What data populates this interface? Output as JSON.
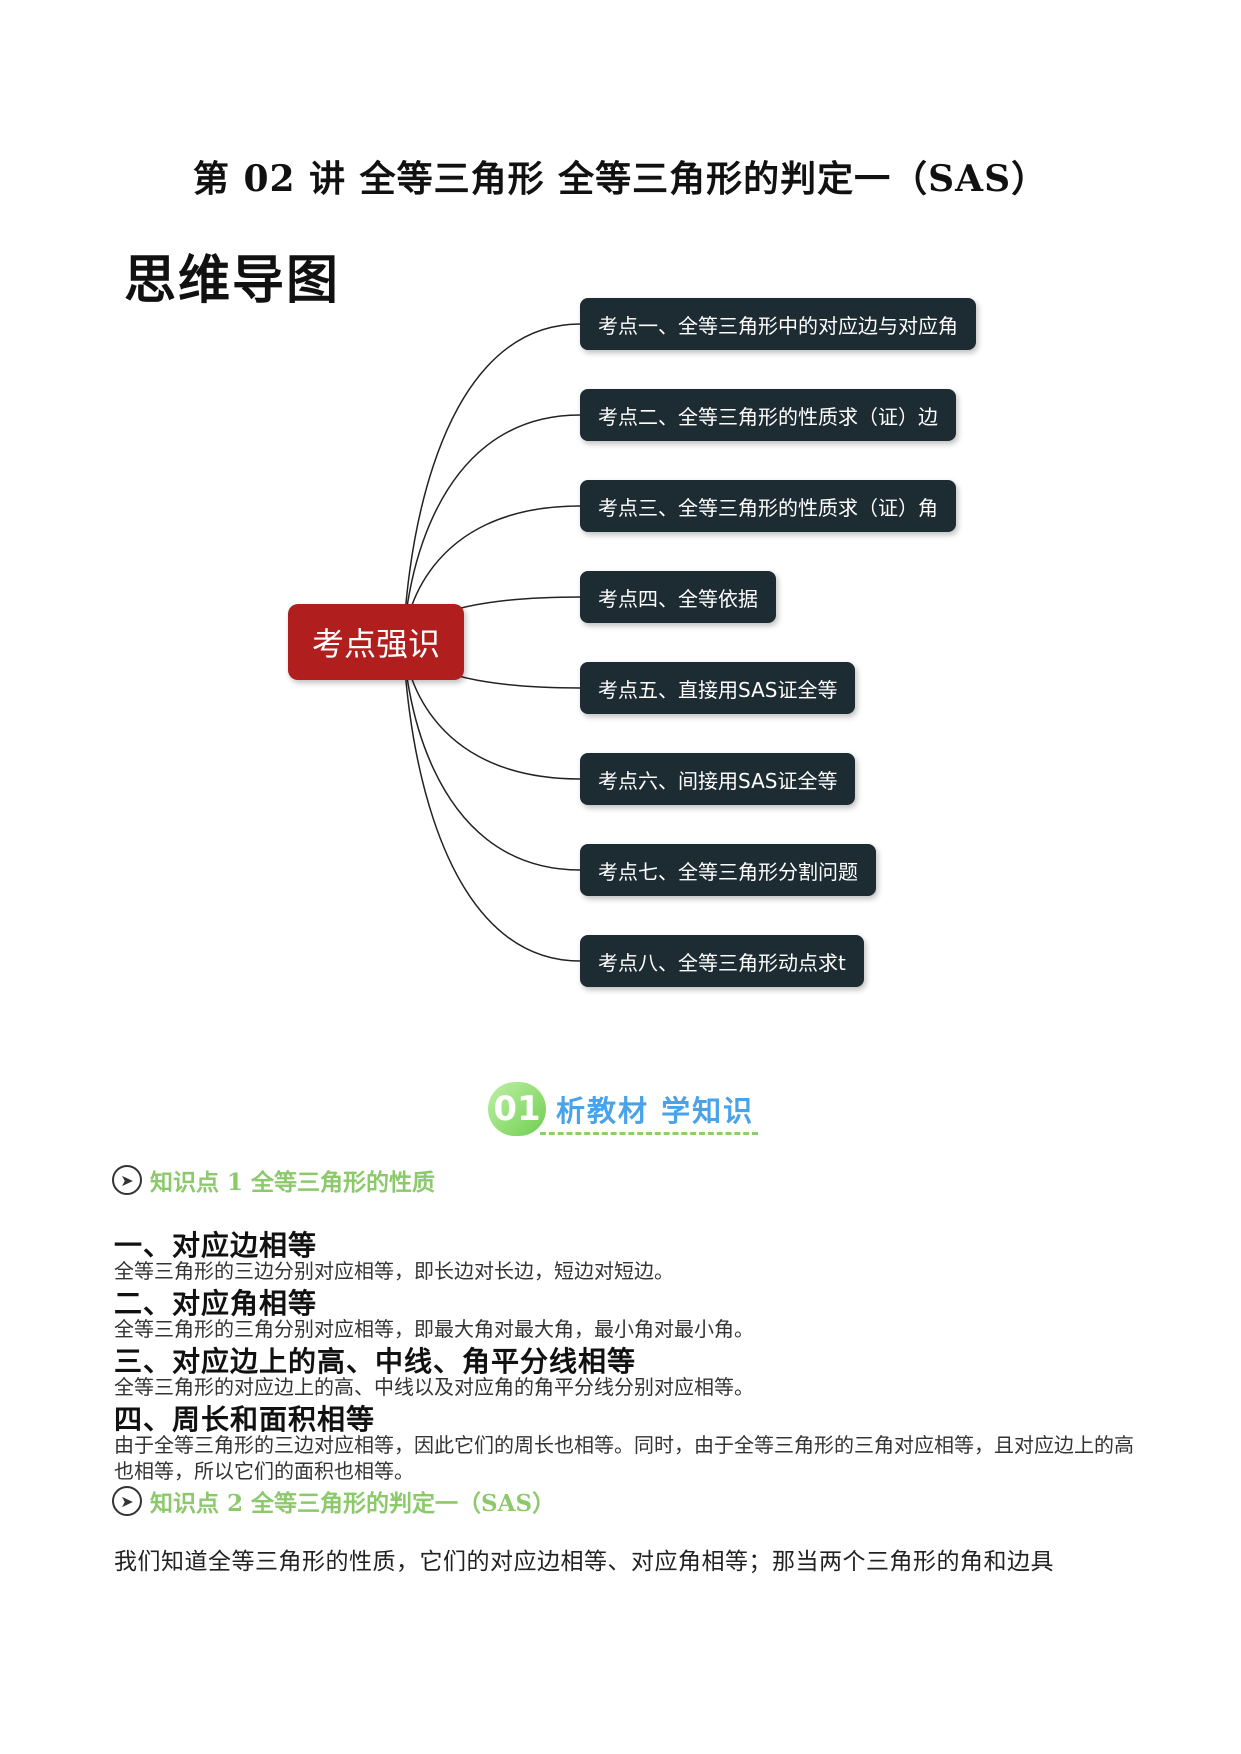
{
  "document": {
    "title": "第 02 讲  全等三角形  全等三角形的判定一（SAS）",
    "mindmap_heading": "思维导图"
  },
  "mindmap": {
    "root_label": "考点强识",
    "root_color": "#b01e1e",
    "branch_color": "#1d2b33",
    "branches": [
      "考点一、全等三角形中的对应边与对应角",
      "考点二、全等三角形的性质求（证）边",
      "考点三、全等三角形的性质求（证）角",
      "考点四、全等依据",
      "考点五、直接用SAS证全等",
      "考点六、间接用SAS证全等",
      "考点七、全等三角形分割问题",
      "考点八、全等三角形动点求t"
    ]
  },
  "section": {
    "number": "01",
    "title": "析教材 学知识",
    "number_color": "#6fcf50",
    "title_color": "#4aa3e8"
  },
  "knowledge_points": [
    {
      "icon": "arrow-circle-icon",
      "label": "知识点 1 全等三角形的性质"
    },
    {
      "icon": "arrow-circle-icon",
      "label": "知识点 2 全等三角形的判定一（SAS）"
    }
  ],
  "subsections": [
    {
      "heading": "一、对应边相等",
      "body": "全等三角形的三边分别对应相等，即长边对长边，短边对短边。"
    },
    {
      "heading": "二、对应角相等",
      "body": "全等三角形的三角分别对应相等，即最大角对最大角，最小角对最小角。"
    },
    {
      "heading": "三、对应边上的高、中线、角平分线相等",
      "body": "全等三角形的对应边上的高、中线以及对应角的角平分线分别对应相等。"
    },
    {
      "heading": "四、周长和面积相等",
      "body": "由于全等三角形的三边对应相等，因此它们的周长也相等。同时，由于全等三角形的三角对应相等，且对应边上的高也相等，所以它们的面积也相等。"
    }
  ],
  "intro_paragraph": "我们知道全等三角形的性质，它们的对应边相等、对应角相等；那当两个三角形的角和边具"
}
